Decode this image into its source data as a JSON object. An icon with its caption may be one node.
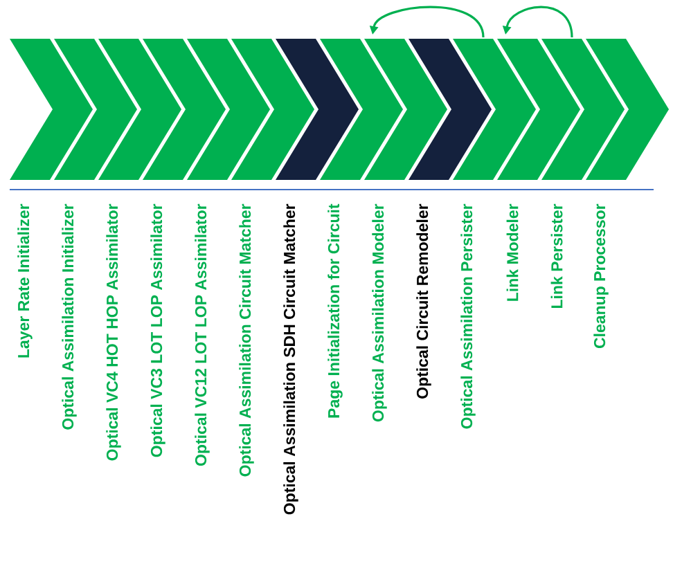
{
  "diagram": {
    "nodes": [
      {
        "text": [
          "Layer Rate Initializer"
        ]
      },
      {
        "text": [
          "Optical Assimilation Initializer"
        ]
      },
      {
        "text": [
          "Optical VC4 HOT HOP Assimilator"
        ]
      },
      {
        "text": [
          "Optical VC3 LOT LOP Assimilator"
        ]
      },
      {
        "text": [
          "Optical VC12 LOT LOP Assimilator"
        ]
      },
      {
        "text": [
          "Optical Assimilation Circuit Matcher"
        ]
      },
      {
        "text": [
          "Optical Assimilation SDH Circuit Matcher"
        ]
      },
      {
        "text": [
          "Page Initialization for Circuit"
        ]
      },
      {
        "text": [
          "Optical Assimilation Modeler"
        ]
      },
      {
        "text": [
          "Optical Circuit Remodeler"
        ]
      },
      {
        "text": [
          "Optical Assimilation Persister"
        ]
      },
      {
        "text": [
          "Link Modeler"
        ]
      },
      {
        "text": [
          "Link Persister"
        ]
      },
      {
        "text": [
          "Cleanup Processor"
        ]
      }
    ],
    "edges": [
      {
        "from": 12,
        "to": 11,
        "arrow": "to"
      },
      {
        "from": 10,
        "to": 8,
        "arrow": "to"
      }
    ]
  }
}
